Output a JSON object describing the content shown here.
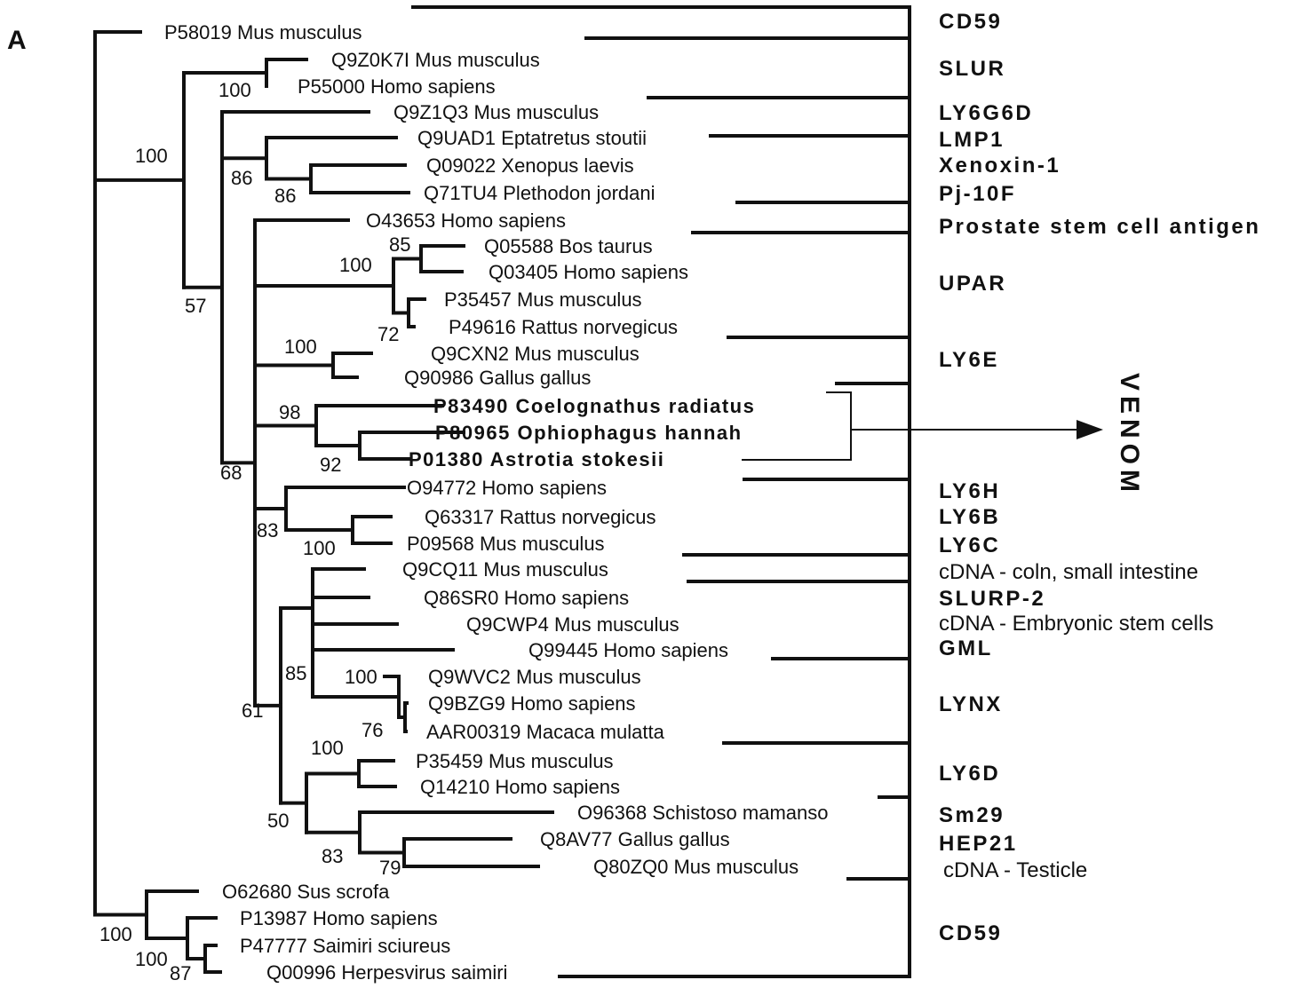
{
  "figure": {
    "panel_label": "A",
    "venom_label": "VENOM",
    "colors": {
      "ink": "#111111",
      "background": "#ffffff"
    }
  },
  "leaves": [
    {
      "id": "P58019",
      "species": "Mus musculus",
      "bold": false
    },
    {
      "id": "Q9Z0K7I",
      "species": "Mus musculus",
      "bold": false
    },
    {
      "id": "P55000",
      "species": "Homo sapiens",
      "bold": false
    },
    {
      "id": "Q9Z1Q3",
      "species": "Mus musculus",
      "bold": false
    },
    {
      "id": "Q9UAD1",
      "species": "Eptatretus stoutii",
      "bold": false
    },
    {
      "id": "Q09022",
      "species": "Xenopus laevis",
      "bold": false
    },
    {
      "id": "Q71TU4",
      "species": "Plethodon jordani",
      "bold": false
    },
    {
      "id": "O43653",
      "species": "Homo sapiens",
      "bold": false
    },
    {
      "id": "Q05588",
      "species": "Bos taurus",
      "bold": false
    },
    {
      "id": "Q03405",
      "species": "Homo sapiens",
      "bold": false
    },
    {
      "id": "P35457",
      "species": "Mus musculus",
      "bold": false
    },
    {
      "id": "P49616",
      "species": "Rattus norvegicus",
      "bold": false
    },
    {
      "id": "Q9CXN2",
      "species": "Mus musculus",
      "bold": false
    },
    {
      "id": "Q90986",
      "species": "Gallus gallus",
      "bold": false
    },
    {
      "id": "P83490",
      "species": "Coelognathus radiatus",
      "bold": true
    },
    {
      "id": "P80965",
      "species": "Ophiophagus hannah",
      "bold": true
    },
    {
      "id": "P01380",
      "species": "Astrotia stokesii",
      "bold": true
    },
    {
      "id": "O94772",
      "species": "Homo sapiens",
      "bold": false
    },
    {
      "id": "Q63317",
      "species": "Rattus norvegicus",
      "bold": false
    },
    {
      "id": "P09568",
      "species": "Mus musculus",
      "bold": false
    },
    {
      "id": "Q9CQ11",
      "species": "Mus musculus",
      "bold": false
    },
    {
      "id": "Q86SR0",
      "species": "Homo sapiens",
      "bold": false
    },
    {
      "id": "Q9CWP4",
      "species": "Mus musculus",
      "bold": false
    },
    {
      "id": "Q99445",
      "species": "Homo sapiens",
      "bold": false
    },
    {
      "id": "Q9WVC2",
      "species": "Mus musculus",
      "bold": false
    },
    {
      "id": "Q9BZG9",
      "species": "Homo sapiens",
      "bold": false
    },
    {
      "id": "AAR00319",
      "species": "Macaca mulatta",
      "bold": false
    },
    {
      "id": "P35459",
      "species": "Mus musculus",
      "bold": false
    },
    {
      "id": "Q14210",
      "species": "Homo sapiens",
      "bold": false
    },
    {
      "id": "O96368",
      "species": "Schistoso mamanso",
      "bold": false
    },
    {
      "id": "Q8AV77",
      "species": "Gallus gallus",
      "bold": false
    },
    {
      "id": "Q80ZQ0",
      "species": "Mus musculus",
      "bold": false
    },
    {
      "id": "O62680",
      "species": "Sus scrofa",
      "bold": false
    },
    {
      "id": "P13987",
      "species": "Homo sapiens",
      "bold": false
    },
    {
      "id": "P47777",
      "species": "Saimiri sciureus",
      "bold": false
    },
    {
      "id": "Q00996",
      "species": "Herpesvirus saimiri",
      "bold": false
    }
  ],
  "tree": {
    "children": [
      {
        "leaf": 0
      },
      {
        "bootstrap": "100",
        "children": [
          {
            "bootstrap": "100",
            "children": [
              {
                "leaf": 1
              },
              {
                "leaf": 2
              }
            ]
          },
          {
            "bootstrap": "57",
            "children": [
              {
                "leaf": 3
              },
              {
                "bootstrap": "86",
                "children": [
                  {
                    "leaf": 4
                  },
                  {
                    "bootstrap": "86",
                    "children": [
                      {
                        "leaf": 5
                      },
                      {
                        "leaf": 6
                      }
                    ]
                  }
                ]
              },
              {
                "bootstrap": "68",
                "children": [
                  {
                    "leaf": 7
                  },
                  {
                    "bootstrap": "100",
                    "children": [
                      {
                        "bootstrap": "85",
                        "children": [
                          {
                            "leaf": 8
                          },
                          {
                            "leaf": 9
                          }
                        ]
                      },
                      {
                        "bootstrap": "72",
                        "children": [
                          {
                            "leaf": 10
                          },
                          {
                            "leaf": 11
                          }
                        ]
                      }
                    ]
                  },
                  {
                    "bootstrap": "100",
                    "children": [
                      {
                        "leaf": 12
                      },
                      {
                        "leaf": 13
                      }
                    ]
                  },
                  {
                    "bootstrap": "98",
                    "children": [
                      {
                        "leaf": 14
                      },
                      {
                        "bootstrap": "92",
                        "children": [
                          {
                            "leaf": 15
                          },
                          {
                            "leaf": 16
                          }
                        ]
                      }
                    ]
                  },
                  {
                    "bootstrap": "83",
                    "children": [
                      {
                        "leaf": 17
                      },
                      {
                        "bootstrap": "100",
                        "children": [
                          {
                            "leaf": 18
                          },
                          {
                            "leaf": 19
                          }
                        ]
                      }
                    ]
                  },
                  {
                    "bootstrap": "61",
                    "children": [
                      {
                        "bootstrap": "85",
                        "children": [
                          {
                            "leaf": 20
                          },
                          {
                            "children": [
                              {
                                "leaf": 21
                              },
                              {
                                "leaf": 22
                              },
                              {
                                "leaf": 23
                              },
                              {
                                "bootstrap": "100",
                                "children": [
                                  {
                                    "leaf": 24
                                  },
                                  {
                                    "bootstrap": "76",
                                    "children": [
                                      {
                                        "leaf": 25
                                      },
                                      {
                                        "leaf": 26
                                      }
                                    ]
                                  }
                                ]
                              }
                            ]
                          }
                        ]
                      },
                      {
                        "bootstrap": "50",
                        "children": [
                          {
                            "bootstrap": "100",
                            "children": [
                              {
                                "leaf": 27
                              },
                              {
                                "leaf": 28
                              }
                            ]
                          },
                          {
                            "bootstrap": "83",
                            "children": [
                              {
                                "leaf": 29
                              },
                              {
                                "bootstrap": "79",
                                "children": [
                                  {
                                    "leaf": 30
                                  },
                                  {
                                    "leaf": 31
                                  }
                                ]
                              }
                            ]
                          }
                        ]
                      }
                    ]
                  }
                ]
              }
            ]
          }
        ]
      },
      {
        "bootstrap": "100",
        "children": [
          {
            "leaf": 32
          },
          {
            "bootstrap": "100",
            "children": [
              {
                "leaf": 33
              },
              {
                "bootstrap": "87",
                "children": [
                  {
                    "leaf": 34
                  },
                  {
                    "leaf": 35
                  }
                ]
              }
            ]
          }
        ]
      }
    ]
  },
  "families": [
    {
      "label": "CD59",
      "bold": true
    },
    {
      "label": "SLUR",
      "bold": true
    },
    {
      "label": "LY6G6D",
      "bold": true
    },
    {
      "label": "LMP1",
      "bold": true
    },
    {
      "label": "Xenoxin-1",
      "bold": true
    },
    {
      "label": "Pj-10F",
      "bold": true
    },
    {
      "label": "Prostate  stem  cell  antigen",
      "bold": true
    },
    {
      "label": "UPAR",
      "bold": true
    },
    {
      "label": "LY6E",
      "bold": true
    },
    {
      "label": "LY6H",
      "bold": true
    },
    {
      "label": "LY6B",
      "bold": true
    },
    {
      "label": "LY6C",
      "bold": true
    },
    {
      "label": "cDNA - coln, small intestine",
      "bold": false
    },
    {
      "label": "SLURP-2",
      "bold": true
    },
    {
      "label": "cDNA - Embryonic stem cells",
      "bold": false
    },
    {
      "label": "GML",
      "bold": true
    },
    {
      "label": "LYNX",
      "bold": true
    },
    {
      "label": "LY6D",
      "bold": true
    },
    {
      "label": "Sm29",
      "bold": true
    },
    {
      "label": "HEP21",
      "bold": true
    },
    {
      "label": "cDNA - Testicle",
      "bold": false
    },
    {
      "label": "CD59",
      "bold": true
    }
  ],
  "venom_group": {
    "leaves": [
      14,
      15,
      16
    ],
    "label": "VENOM"
  }
}
